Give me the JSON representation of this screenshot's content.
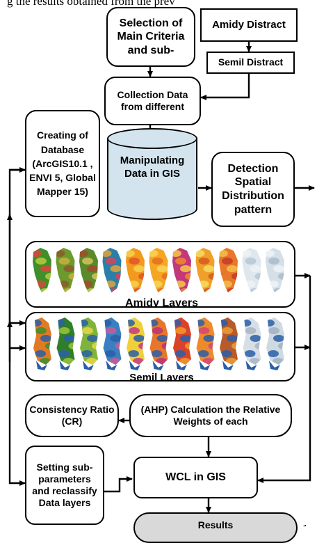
{
  "header_text": "g the results obtained from the prev",
  "nodes": {
    "selection": "Selection of Main Criteria and sub-",
    "amidy_distract": "Amidy Distract",
    "semil_distract": "Semil Distract",
    "collection": "Collection Data from different",
    "database": "Creating of Database (ArcGIS10.1 , ENVI 5, Global Mapper 15)",
    "manipulating": "Manipulating Data in GIS",
    "detection": "Detection Spatial Distribution pattern",
    "amidy_layers": "Amidy Layers",
    "semil_layers": "Semil Layers",
    "consistency": "Consistency Ratio (CR)",
    "ahp": "(AHP) Calculation the Relative Weights of each",
    "setting": "Setting sub-parameters and reclassify Data layers",
    "wcl": "WCL in GIS",
    "results": "Results"
  },
  "colors": {
    "cylinder_fill": "#d3e4ee",
    "results_fill": "#d9d9d9",
    "line": "#000000"
  },
  "map_thumbnails": {
    "amidy": [
      {
        "icon": "amidy-map-green-red",
        "colors": [
          "#3f8f2a",
          "#b7cc3a",
          "#d9463a"
        ]
      },
      {
        "icon": "amidy-map-green-brown",
        "colors": [
          "#6c9a2d",
          "#c9b040",
          "#8b5a2b"
        ]
      },
      {
        "icon": "amidy-map-green-olive",
        "colors": [
          "#5a8a2a",
          "#d4c35a",
          "#a24a2a"
        ]
      },
      {
        "icon": "amidy-map-multicolor",
        "colors": [
          "#2a7fa8",
          "#d8435a",
          "#e2a33b"
        ]
      },
      {
        "icon": "amidy-map-orange-red",
        "colors": [
          "#f29a1d",
          "#e2542a",
          "#f6d04d"
        ]
      },
      {
        "icon": "amidy-map-orange",
        "colors": [
          "#f5a623",
          "#e86f1f",
          "#f7d35a"
        ]
      },
      {
        "icon": "amidy-map-magenta-orange",
        "colors": [
          "#c2387a",
          "#f08a2a",
          "#f6c84a"
        ]
      },
      {
        "icon": "amidy-map-orange-yellow",
        "colors": [
          "#f0a02a",
          "#d65a1f",
          "#f4dc5e"
        ]
      },
      {
        "icon": "amidy-map-orange-red-2",
        "colors": [
          "#e9772a",
          "#c43a2a",
          "#f2c04a"
        ]
      },
      {
        "icon": "amidy-map-light-grey",
        "colors": [
          "#dfe7ee",
          "#b9c7d3",
          "#eef2f5"
        ]
      },
      {
        "icon": "amidy-map-pale-blue",
        "colors": [
          "#d4dfe8",
          "#a9bccb",
          "#eef3f6"
        ]
      }
    ],
    "semil": [
      {
        "icon": "semil-map-green-orange",
        "colors": [
          "#e07a24",
          "#3a8f2e",
          "#2a5fa8"
        ]
      },
      {
        "icon": "semil-map-green",
        "colors": [
          "#2f7f2a",
          "#9ac43a",
          "#2a5fa8"
        ]
      },
      {
        "icon": "semil-map-green-yellow",
        "colors": [
          "#7fb43a",
          "#e7d548",
          "#2a5fa8"
        ]
      },
      {
        "icon": "semil-map-blue-pink",
        "colors": [
          "#3a7fbf",
          "#c95a9a",
          "#2a5fa8"
        ]
      },
      {
        "icon": "semil-map-yellow-magenta",
        "colors": [
          "#f0d03a",
          "#c23a8a",
          "#2a5fa8"
        ]
      },
      {
        "icon": "semil-map-orange-magenta",
        "colors": [
          "#e8762a",
          "#b8327a",
          "#2a5fa8"
        ]
      },
      {
        "icon": "semil-map-red-orange",
        "colors": [
          "#d9432a",
          "#f09a2a",
          "#2a5fa8"
        ]
      },
      {
        "icon": "semil-map-orange-pink",
        "colors": [
          "#ee8a2a",
          "#d2457a",
          "#2a5fa8"
        ]
      },
      {
        "icon": "semil-map-brown-orange",
        "colors": [
          "#b85a2a",
          "#e8a03a",
          "#2a5fa8"
        ]
      },
      {
        "icon": "semil-map-grey",
        "colors": [
          "#d7dee5",
          "#a8b6c3",
          "#2a5fa8"
        ]
      },
      {
        "icon": "semil-map-grey-blue",
        "colors": [
          "#cfd9e2",
          "#9fb2c2",
          "#2a5fa8"
        ]
      }
    ]
  }
}
